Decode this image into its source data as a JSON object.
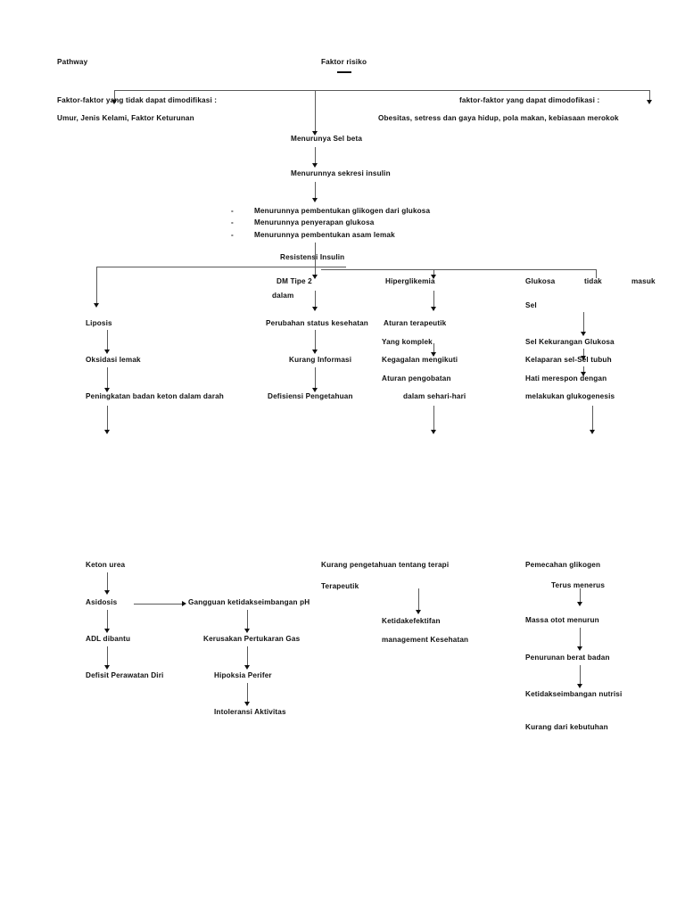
{
  "document": {
    "title": "Pathway",
    "heading_label": "Pathway",
    "root_label": "Faktor risiko"
  },
  "risk_factors": {
    "non_modifiable_title": "Faktor-faktor yang tidak dapat dimodifikasi :",
    "non_modifiable_items": "Umur, Jenis Kelami, Faktor Keturunan",
    "modifiable_title": "faktor-faktor yang dapat dimodofikasi :",
    "modifiable_items": "Obesitas, setress dan gaya hidup, pola makan, kebiasaan merokok"
  },
  "trunk": {
    "step1": "Menurunya Sel beta",
    "step2": "Menurunnya sekresi insulin",
    "bullets": [
      "Menurunnya pembentukan glikogen dari glukosa",
      "Menurunnya penyerapan glukosa",
      "Menurunnya pembentukan asam lemak"
    ],
    "bullet_marker": "-",
    "step3": "Resistensi Insulin"
  },
  "branches": {
    "lipolysis": {
      "node1": "Liposis",
      "node2": "Oksidasi lemak",
      "node3": "Peningkatan badan keton dalam darah"
    },
    "dm_type2": {
      "node1a": "DM Tipe 2",
      "node1b": "dalam",
      "node2": "Perubahan status kesehatan",
      "node3": "Kurang Informasi",
      "node4": "Defisiensi Pengetahuan"
    },
    "hyperglycemia": {
      "node1": "Hiperglikemia",
      "node2a": "Aturan terapeutik",
      "node2b": "Yang komplek",
      "node3a": "Kegagalan mengikuti",
      "node3b": "Aturan pengobatan",
      "node3c": "dalam sehari-hari"
    },
    "glucose_block": {
      "node1a": "Glukosa",
      "node1b": "tidak",
      "node1c": "masuk",
      "node1d": "Sel",
      "node2": "Sel Kekurangan Glukosa",
      "node3": "Kelaparan sel-Sel tubuh",
      "node4a": "Hati merespon dengan",
      "node4b": "melakukan glukogenesis"
    }
  },
  "lower": {
    "ketoacidosis": {
      "node1": "Keton urea",
      "node2": "Asidosis",
      "node3": "ADL dibantu",
      "node4": "Defisit Perawatan Diri"
    },
    "gas_exchange": {
      "node1": "Gangguan ketidakseimbangan pH",
      "node2": "Kerusakan Pertukaran Gas",
      "node3": "Hipoksia Perifer",
      "node4": "Intoleransi Aktivitas"
    },
    "knowledge": {
      "node1a": "Kurang pengetahuan tentang terapi",
      "node1b": "Terapeutik",
      "node2a": "Ketidakefektifan",
      "node2b": "management Kesehatan"
    },
    "nutrition": {
      "node1a": "Pemecahan glikogen",
      "node1b": "Terus menerus",
      "node2": "Massa otot menurun",
      "node3": "Penurunan berat badan",
      "node4a": "Ketidakseimbangan nutrisi",
      "node4b": "Kurang dari kebutuhan"
    }
  },
  "style": {
    "line_color": "#5a5a5a",
    "text_color": "#111111",
    "background": "#ffffff"
  }
}
